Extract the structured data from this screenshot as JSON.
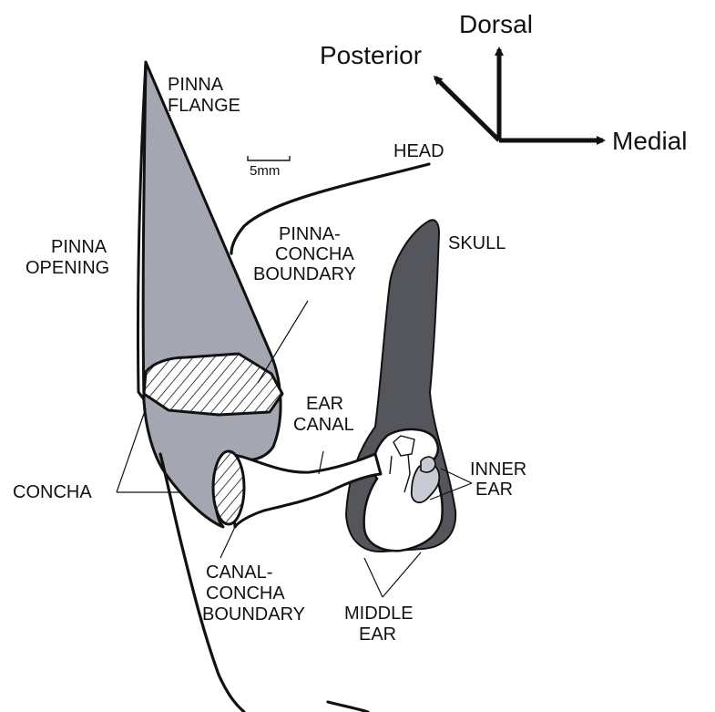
{
  "orientation": {
    "dorsal": "Dorsal",
    "posterior": "Posterior",
    "medial": "Medial"
  },
  "scale_bar": "5mm",
  "labels": {
    "pinna_flange": [
      "PINNA",
      "FLANGE"
    ],
    "head": "HEAD",
    "pinna_opening": [
      "PINNA",
      "OPENING"
    ],
    "pinna_concha_boundary": [
      "PINNA-",
      "CONCHA",
      "BOUNDARY"
    ],
    "skull": "SKULL",
    "ear_canal": [
      "EAR",
      "CANAL"
    ],
    "inner_ear": [
      "INNER",
      "EAR"
    ],
    "concha": "CONCHA",
    "canal_concha_boundary": [
      "CANAL-",
      "CONCHA",
      "BOUNDARY"
    ],
    "middle_ear": [
      "MIDDLE",
      "EAR"
    ]
  },
  "colors": {
    "pinna_fill": "#a4a6b2",
    "skull_fill": "#55565c",
    "inner_ear_fill": "#c8cad4",
    "line": "#111111"
  }
}
